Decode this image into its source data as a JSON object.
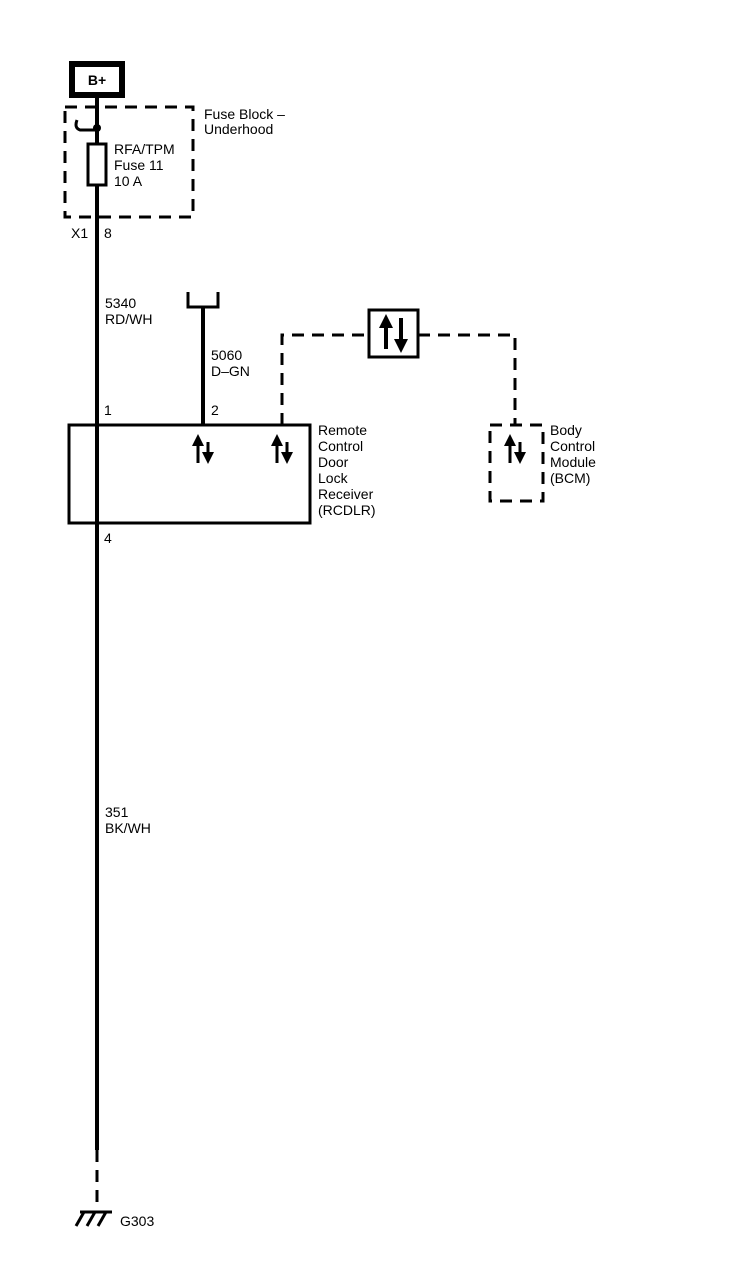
{
  "power": {
    "label": "B+"
  },
  "fuse_block": {
    "title": [
      "Fuse Block –",
      "Underhood"
    ],
    "fuse_lines": [
      "RFA/TPM",
      "Fuse 11",
      "10 A"
    ],
    "connector": "X1",
    "pin": "8"
  },
  "wires": {
    "w5340": {
      "circuit": "5340",
      "color": "RD/WH"
    },
    "w5060": {
      "circuit": "5060",
      "color": "D–GN"
    },
    "w351": {
      "circuit": "351",
      "color": "BK/WH"
    }
  },
  "rcdlr": {
    "lines": [
      "Remote",
      "Control",
      "Door",
      "Lock",
      "Receiver",
      "(RCDLR)"
    ],
    "pin1": "1",
    "pin2": "2",
    "pin4": "4"
  },
  "bcm": {
    "lines": [
      "Body",
      "Control",
      "Module",
      "(BCM)"
    ]
  },
  "ground": {
    "label": "G303"
  }
}
